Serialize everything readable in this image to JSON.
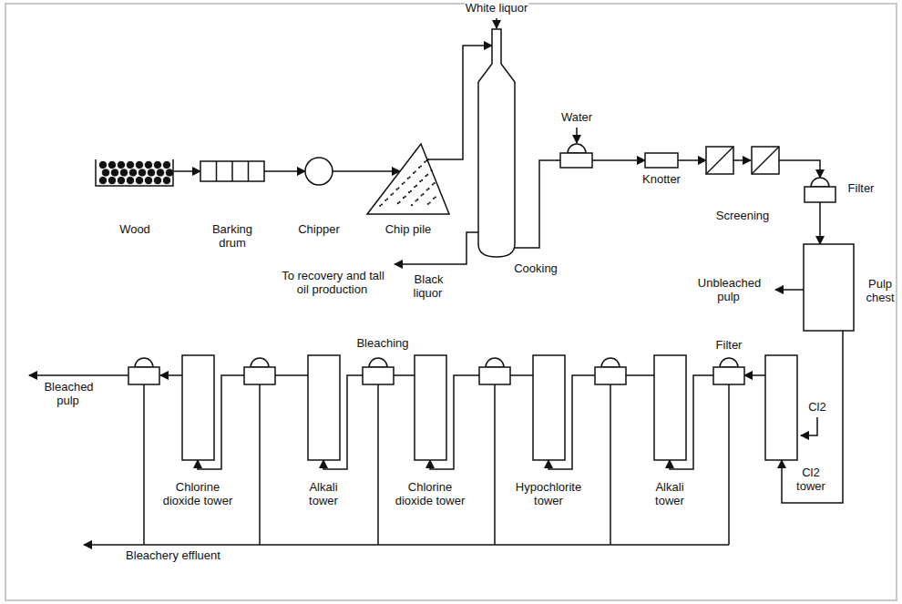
{
  "diagram": {
    "nodes": [
      {
        "text": [
          "Wood"
        ]
      },
      {
        "text": [
          "Barking drum"
        ]
      },
      {
        "text": [
          "Chipper"
        ]
      },
      {
        "text": [
          "Chip pile"
        ]
      },
      {
        "text": [
          "Cooking"
        ]
      },
      {
        "text": [
          "Knotter"
        ]
      },
      {
        "text": [
          "Screening"
        ]
      },
      {
        "text": [
          "Filter"
        ]
      },
      {
        "text": [
          "Pulp chest"
        ]
      },
      {
        "text": [
          "Cl2 tower"
        ]
      },
      {
        "text": [
          "Filter"
        ]
      },
      {
        "text": [
          "Alkali tower"
        ]
      },
      {
        "text": [
          "Hypochlorite tower"
        ]
      },
      {
        "text": [
          "Chlorine dioxide tower"
        ]
      },
      {
        "text": [
          "Alkali tower"
        ]
      },
      {
        "text": [
          "Chlorine dioxide tower"
        ]
      }
    ],
    "edges": [
      {
        "from": 0,
        "to": 1,
        "arrow": "to"
      },
      {
        "from": 1,
        "to": 2,
        "arrow": "to"
      },
      {
        "from": 2,
        "to": 3,
        "arrow": "to"
      },
      {
        "from": 3,
        "to": 4,
        "arrow": "to"
      },
      {
        "from": 4,
        "to": 5,
        "arrow": "to"
      },
      {
        "from": 5,
        "to": 6,
        "arrow": "to"
      },
      {
        "from": 6,
        "to": 7,
        "arrow": "to"
      },
      {
        "from": 7,
        "to": 8,
        "arrow": "to"
      },
      {
        "from": 8,
        "to": 9,
        "arrow": "to"
      },
      {
        "from": 9,
        "to": 10,
        "arrow": "to"
      },
      {
        "from": 10,
        "to": 11,
        "arrow": "to"
      },
      {
        "from": 11,
        "to": 12,
        "arrow": "to"
      },
      {
        "from": 12,
        "to": 13,
        "arrow": "to"
      },
      {
        "from": 13,
        "to": 14,
        "arrow": "to"
      },
      {
        "from": 14,
        "to": 15,
        "arrow": "to"
      }
    ],
    "labels": [
      "White liquor",
      "Water",
      "To recovery and tall oil production",
      "Black liquor",
      "Unbleached pulp",
      "Bleaching",
      "Cl2",
      "Bleached pulp",
      "Bleachery effluent"
    ]
  }
}
